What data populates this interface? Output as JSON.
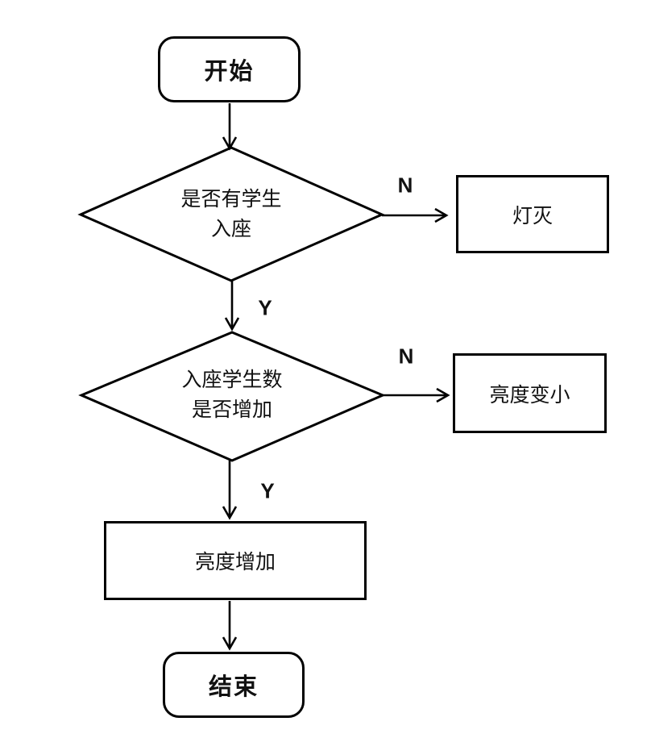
{
  "diagram": {
    "background_color": "#ffffff",
    "line_color": "#000000",
    "text_color": "#111111",
    "nodes": {
      "start": {
        "type": "terminator",
        "label": "开始"
      },
      "decision_student_seated": {
        "type": "decision",
        "label_line1": "是否有学生",
        "label_line2": "入座"
      },
      "light_off": {
        "type": "process",
        "label": "灯灭"
      },
      "decision_count_increase": {
        "type": "decision",
        "label_line1": "入座学生数",
        "label_line2": "是否增加"
      },
      "brightness_decrease": {
        "type": "process",
        "label": "亮度变小"
      },
      "brightness_increase": {
        "type": "process",
        "label": "亮度增加"
      },
      "end": {
        "type": "terminator",
        "label": "结束"
      }
    },
    "edge_labels": {
      "decision1_no": "N",
      "decision1_yes": "Y",
      "decision2_no": "N",
      "decision2_yes": "Y"
    }
  }
}
